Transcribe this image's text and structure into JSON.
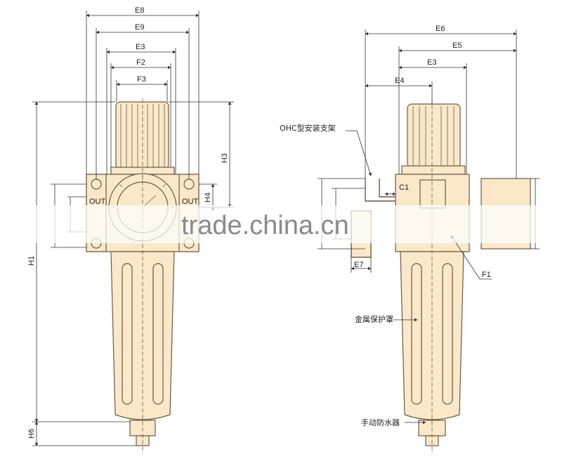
{
  "colors": {
    "body_fill": "#fbe8c9",
    "body_stroke": "#6a5a44",
    "dim_line": "#333333",
    "watermark_band": "#f3f3f3",
    "watermark_text": "#8a8a8a"
  },
  "left_view": {
    "dims": {
      "e8": "E8",
      "e9": "E9",
      "e3": "E3",
      "f2": "F2",
      "f3": "F3",
      "h1": "H1",
      "h3": "H3",
      "h4": "H4",
      "h6": "H6"
    },
    "port_label": "OUT"
  },
  "right_view": {
    "dims": {
      "e6": "E6",
      "e5": "E5",
      "e3": "E3",
      "e4": "E4",
      "c1": "C1",
      "e7": "E7",
      "f1": "F1"
    },
    "callouts": {
      "bracket": "OHC型安装支架",
      "guard": "金属保护罩",
      "drain": "手动防水器"
    }
  },
  "watermark": "trade.china.cn"
}
